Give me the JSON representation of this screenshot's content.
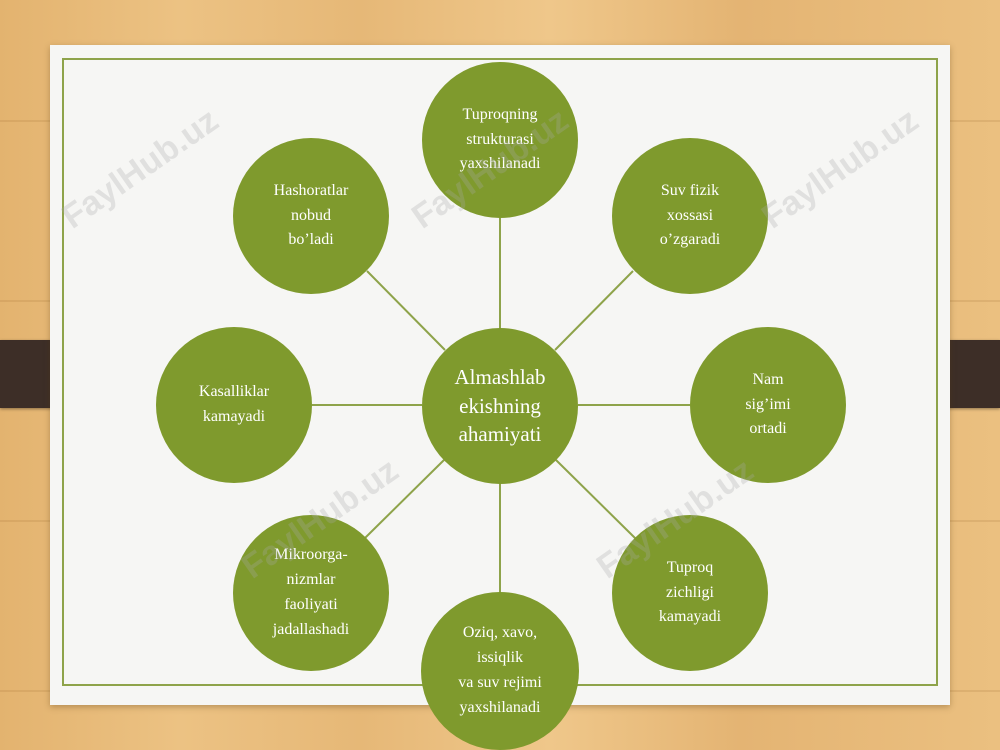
{
  "watermark": "FaylHub.uz",
  "colors": {
    "node_fill": "#7f9a2d",
    "frame_border": "#8ea34a",
    "slide_bg": "#f6f6f4",
    "tab": "#3d2e27"
  },
  "center": {
    "label": "Almashlab\nekishning\nahamiyati"
  },
  "nodes": [
    {
      "id": "top",
      "label": "Tuproqning\nstrukturasi\nyaxshilanadi"
    },
    {
      "id": "top-right",
      "label": "Suv fizik\nxossasi\no’zgaradi"
    },
    {
      "id": "right",
      "label": "Nam\nsig’imi\nortadi"
    },
    {
      "id": "bottom-right",
      "label": "Tuproq\nzichligi\nkamayadi"
    },
    {
      "id": "bottom",
      "label": "Oziq, xavo,\nissiqlik\nva suv rejimi\nyaxshilanadi"
    },
    {
      "id": "bottom-left",
      "label": "Mikroorga-\nnizmlar\nfaoliyati\njadallashadi"
    },
    {
      "id": "left",
      "label": "Kasalliklar\nkamayadi"
    },
    {
      "id": "top-left",
      "label": "Hashoratlar\nnobud\nbo’ladi"
    }
  ]
}
